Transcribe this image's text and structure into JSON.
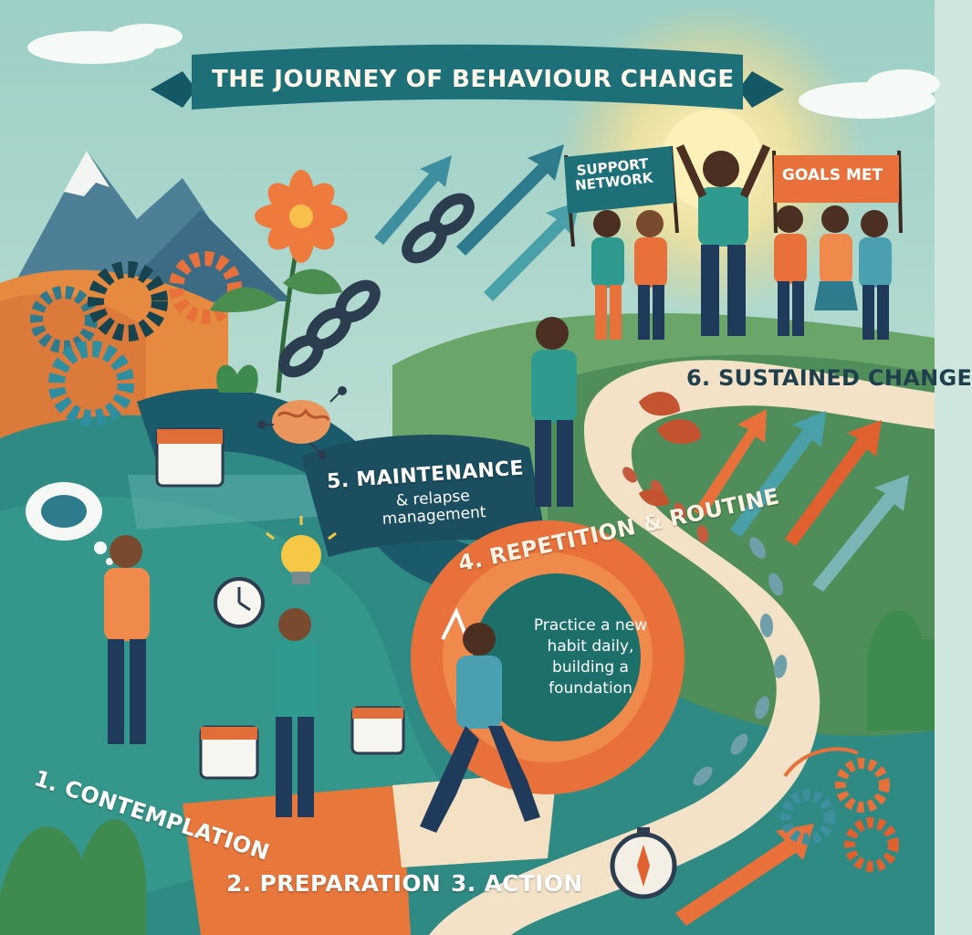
{
  "title": "THE JOURNEY OF BEHAVIOUR CHANGE",
  "stages": [
    {
      "label": "1. CONTEMPLATION"
    },
    {
      "label": "2. PREPARATION"
    },
    {
      "label": "3. ACTION"
    },
    {
      "label": "4. REPETITION & ROUTINE",
      "description": "Practice a new habit daily, building a foundation"
    },
    {
      "label": "5. MAINTENANCE",
      "sublabel": "& relapse management"
    },
    {
      "label": "6. SUSTAINED CHANGE"
    }
  ],
  "signs": {
    "support": "SUPPORT NETWORK",
    "goals": "GOALS MET"
  },
  "icons": [
    "gears-icon",
    "flower-icon",
    "broken-chain-icon",
    "brain-icon",
    "calendar-icon",
    "lightbulb-icon",
    "clock-icon",
    "compass-icon",
    "footprints-icon",
    "upward-arrow-icon",
    "mountain-icon",
    "sun-icon",
    "leaves-icon"
  ],
  "colors": {
    "teal": "#1d6f78",
    "dark_teal": "#16505d",
    "orange": "#e8703a",
    "path": "#f3e2c7",
    "sky": "#cfe6df",
    "banner": "#1d6f78"
  }
}
